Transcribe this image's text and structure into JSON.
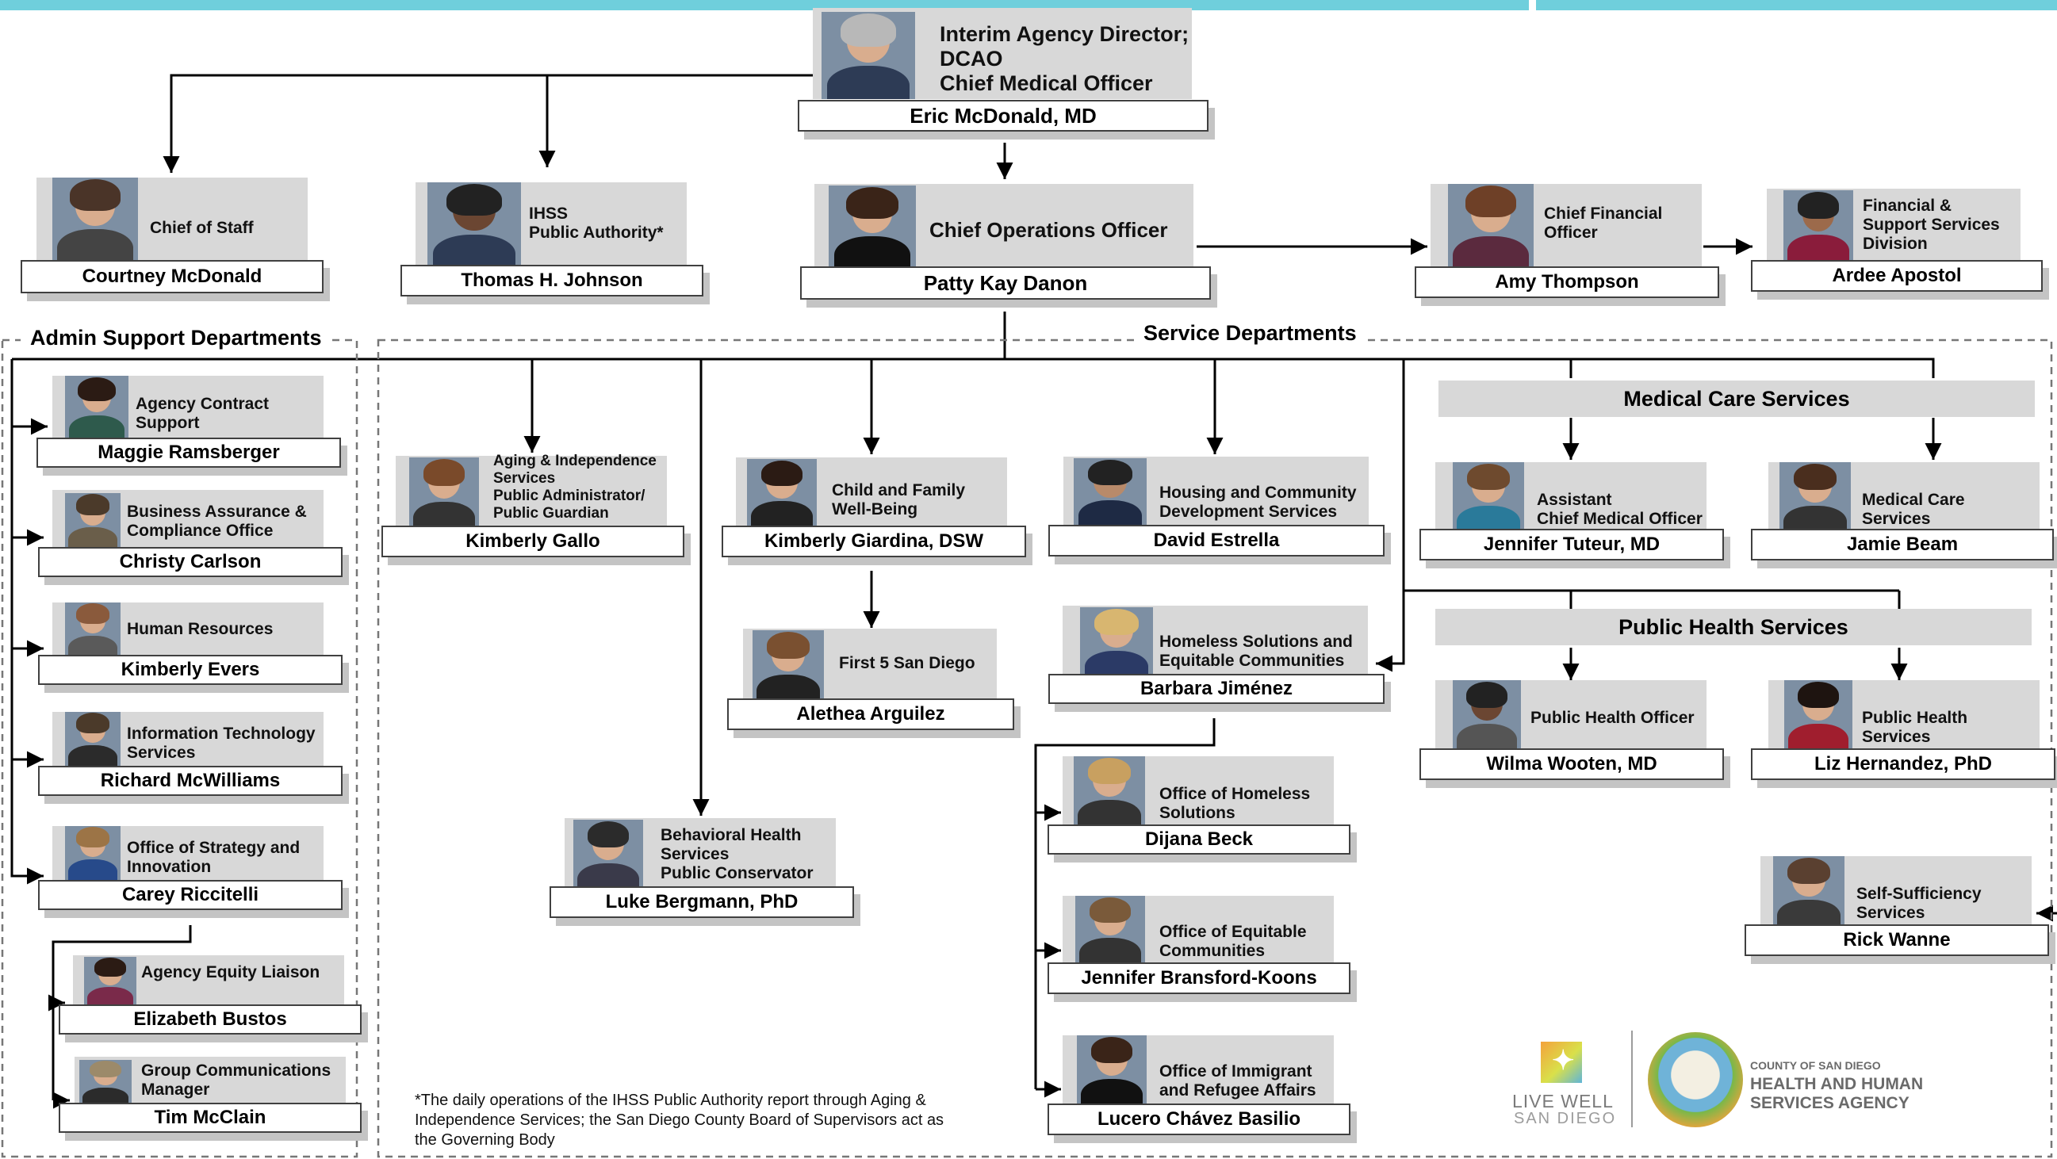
{
  "executive": {
    "director": {
      "title": "Interim Agency Director;\nDCAO\nChief Medical Officer",
      "name": "Eric McDonald, MD"
    },
    "chief_of_staff": {
      "title": "Chief of Staff",
      "name": "Courtney McDonald"
    },
    "ihss": {
      "title": "IHSS\nPublic Authority*",
      "name": "Thomas H. Johnson"
    },
    "coo": {
      "title": "Chief Operations Officer",
      "name": "Patty Kay Danon"
    },
    "cfo": {
      "title": "Chief Financial\nOfficer",
      "name": "Amy Thompson"
    },
    "finance_division": {
      "title": "Financial &\nSupport Services\nDivision",
      "name": "Ardee Apostol"
    }
  },
  "admin_support": {
    "label": "Admin Support Departments",
    "items": [
      {
        "title": "Agency Contract\nSupport",
        "name": "Maggie Ramsberger"
      },
      {
        "title": "Business Assurance &\nCompliance Office",
        "name": "Christy Carlson"
      },
      {
        "title": "Human Resources",
        "name": "Kimberly Evers"
      },
      {
        "title": "Information Technology\nServices",
        "name": "Richard McWilliams"
      },
      {
        "title": "Office of Strategy and\nInnovation",
        "name": "Carey Riccitelli"
      },
      {
        "title": "Agency Equity Liaison",
        "name": "Elizabeth Bustos"
      },
      {
        "title": "Group Communications\nManager",
        "name": "Tim McClain"
      }
    ]
  },
  "service_departments": {
    "label": "Service Departments",
    "aging": {
      "title": "Aging & Independence\nServices\nPublic Administrator/\nPublic Guardian",
      "name": "Kimberly Gallo"
    },
    "child_family": {
      "title": "Child and Family\nWell-Being",
      "name": "Kimberly Giardina, DSW"
    },
    "first5": {
      "title": "First 5 San Diego",
      "name": "Alethea Arguilez"
    },
    "housing": {
      "title": "Housing and Community\nDevelopment Services",
      "name": "David Estrella"
    },
    "homeless_equitable": {
      "title": "Homeless Solutions and\nEquitable Communities",
      "name": "Barbara Jiménez"
    },
    "homeless_office": {
      "title": "Office of Homeless\nSolutions",
      "name": "Dijana Beck"
    },
    "equitable_office": {
      "title": "Office of Equitable\nCommunities",
      "name": "Jennifer Bransford-Koons"
    },
    "immigrant_office": {
      "title": "Office of Immigrant\nand Refugee Affairs",
      "name": "Lucero Chávez Basilio"
    },
    "behavioral": {
      "title": "Behavioral Health\nServices\nPublic Conservator",
      "name": "Luke Bergmann, PhD"
    },
    "medical_care": {
      "header": "Medical Care Services",
      "assistant_cmo": {
        "title": "Assistant\nChief Medical Officer",
        "name": "Jennifer Tuteur, MD"
      },
      "medical_care_services": {
        "title": "Medical Care\nServices",
        "name": "Jamie Beam"
      }
    },
    "public_health": {
      "header": "Public Health  Services",
      "officer": {
        "title": "Public Health Officer",
        "name": "Wilma Wooten, MD"
      },
      "services": {
        "title": "Public Health\nServices",
        "name": "Liz Hernandez, PhD"
      }
    },
    "self_sufficiency": {
      "title": "Self-Sufficiency\nServices",
      "name": "Rick Wanne"
    }
  },
  "footnote": "*The daily operations of the IHSS Public Authority report through Aging &\nIndependence Services; the San Diego County Board of Supervisors act as\nthe Governing Body",
  "logos": {
    "livewell_line1": "LIVE WELL",
    "livewell_line2": "SAN DIEGO",
    "hhsa_line1": "COUNTY OF SAN DIEGO",
    "hhsa_line2": "HEALTH AND HUMAN",
    "hhsa_line3": "SERVICES AGENCY"
  },
  "colors": {
    "accent_bar": "#6fcfdc",
    "card_bg": "#d8d8d8",
    "line": "#000000",
    "dashed_border": "#777777"
  }
}
